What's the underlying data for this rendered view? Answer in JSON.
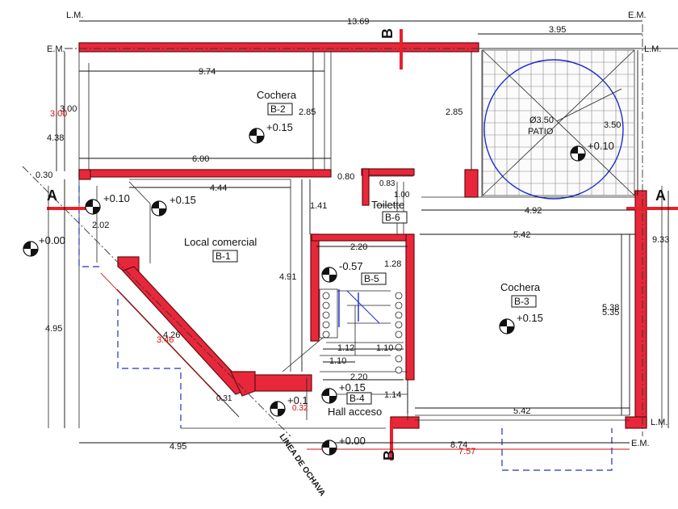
{
  "rooms": {
    "cochera_top": {
      "name": "Cochera",
      "tag": "B-2"
    },
    "local": {
      "name": "Local comercial",
      "tag": "B-1"
    },
    "toilette": {
      "name": "Toilette",
      "tag": "B-6"
    },
    "stair_tag": "B-5",
    "cochera_right": {
      "name": "Cochera",
      "tag": "B-3"
    },
    "hall": {
      "name": "Hall acceso",
      "tag": "B-4"
    },
    "patio": {
      "name": "PATIO",
      "diameter": "Ø3.50"
    }
  },
  "labels": {
    "lm": "L.M.",
    "em": "E.M.",
    "section_a": "A",
    "section_b": "B",
    "ochava": "LINEA DE OCHAVA"
  },
  "levels": {
    "cochera_top": "+0.15",
    "local_a": "+0.10",
    "local_b": "+0.15",
    "left": "+0.00",
    "stair": "-0.57",
    "cochera_right": "+0.15",
    "hall_a": "+0.15",
    "hall_b": "+0.1",
    "patio": "+0.10",
    "bottom": "+0.00"
  },
  "dims": {
    "total_width": "13.69",
    "patio_width": "3.95",
    "cochera_width": "9.74",
    "h_300": "3.00",
    "h_300_red": "3.00",
    "h_438": "4.38",
    "h_285a": "2.85",
    "h_285b": "2.85",
    "patio_h": "3.50",
    "w_600": "6.00",
    "t_030": "0.30",
    "t_080": "0.80",
    "w_444": "4.44",
    "h_141": "1.41",
    "w_202": "2.02",
    "w_492": "4.92",
    "h_933": "9.33",
    "w_542a": "5.42",
    "w_220a": "2.20",
    "h_128": "1.28",
    "h_491": "4.91",
    "h_495": "4.95",
    "diag_426": "4.26",
    "diag_346": "3.46",
    "h_538": "5.38",
    "h_535": "5.35",
    "w_112": "1.12",
    "w_110a": "1.10",
    "w_110b": "1.10",
    "w_220b": "2.20",
    "h_114": "1.14",
    "w_542b": "5.42",
    "d_031": "0.31",
    "d_032": "0.32",
    "bot_495": "4.95",
    "bot_874": "8.74",
    "bot_757": "7.57",
    "t_083": "0.83",
    "t_100": "1.00"
  }
}
